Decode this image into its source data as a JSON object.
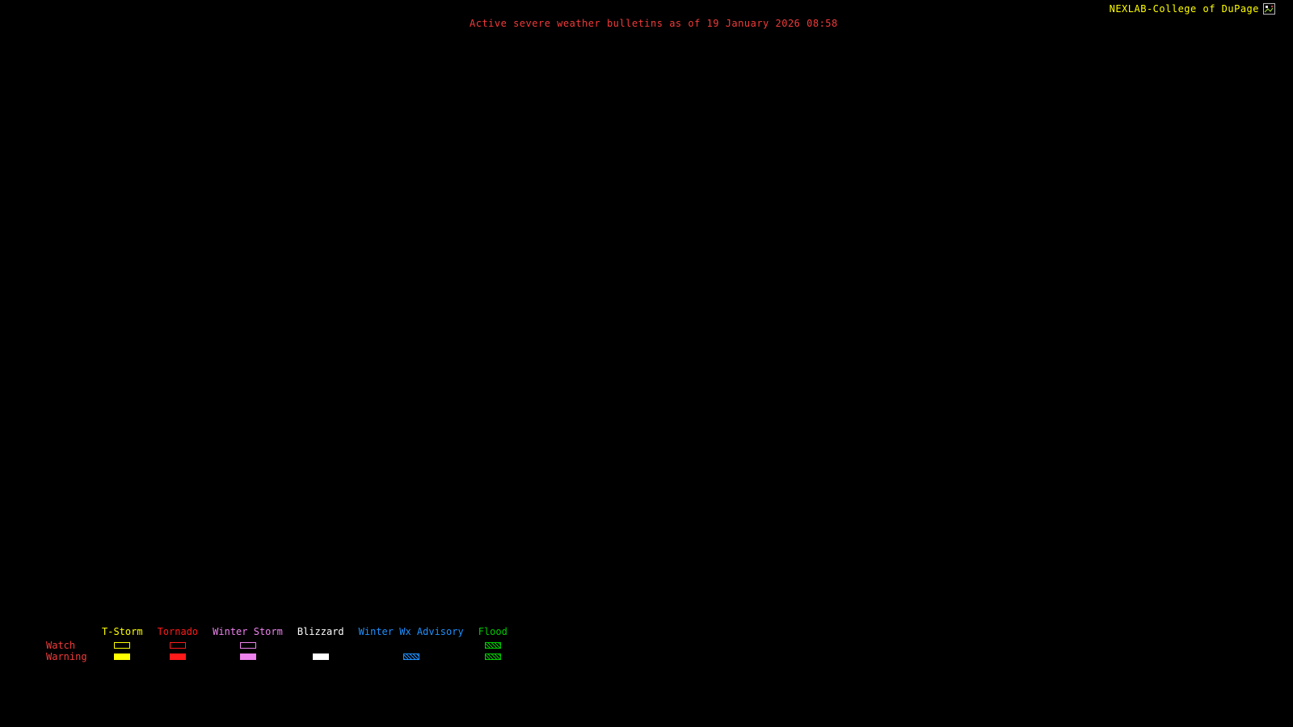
{
  "header": {
    "site_title": "NEXLAB-College of DuPage",
    "bulletin_title": "Active severe weather bulletins as of 19 January 2026 08:58",
    "logo_icon": "broken-image-icon"
  },
  "colors": {
    "background": "#000000",
    "site_title": "#FFFF00",
    "bulletin_title": "#F23A3A",
    "row_label": "#F23A3A"
  },
  "legend": {
    "rows": [
      {
        "label": "Watch"
      },
      {
        "label": "Warning"
      }
    ],
    "columns": [
      {
        "label": "T-Storm",
        "color": "#FFFF00",
        "watch": "outline",
        "warning": "fill"
      },
      {
        "label": "Tornado",
        "color": "#FF1A1A",
        "watch": "outline",
        "warning": "fill"
      },
      {
        "label": "Winter Storm",
        "color": "#EE82EE",
        "watch": "outline",
        "warning": "fill"
      },
      {
        "label": "Blizzard",
        "color": "#FFFFFF",
        "watch": "none",
        "warning": "fill"
      },
      {
        "label": "Winter Wx Advisory",
        "color": "#1E90FF",
        "watch": "none",
        "warning": "hatch"
      },
      {
        "label": "Flood",
        "color": "#00CC00",
        "watch": "hatch",
        "warning": "hatch"
      }
    ]
  }
}
